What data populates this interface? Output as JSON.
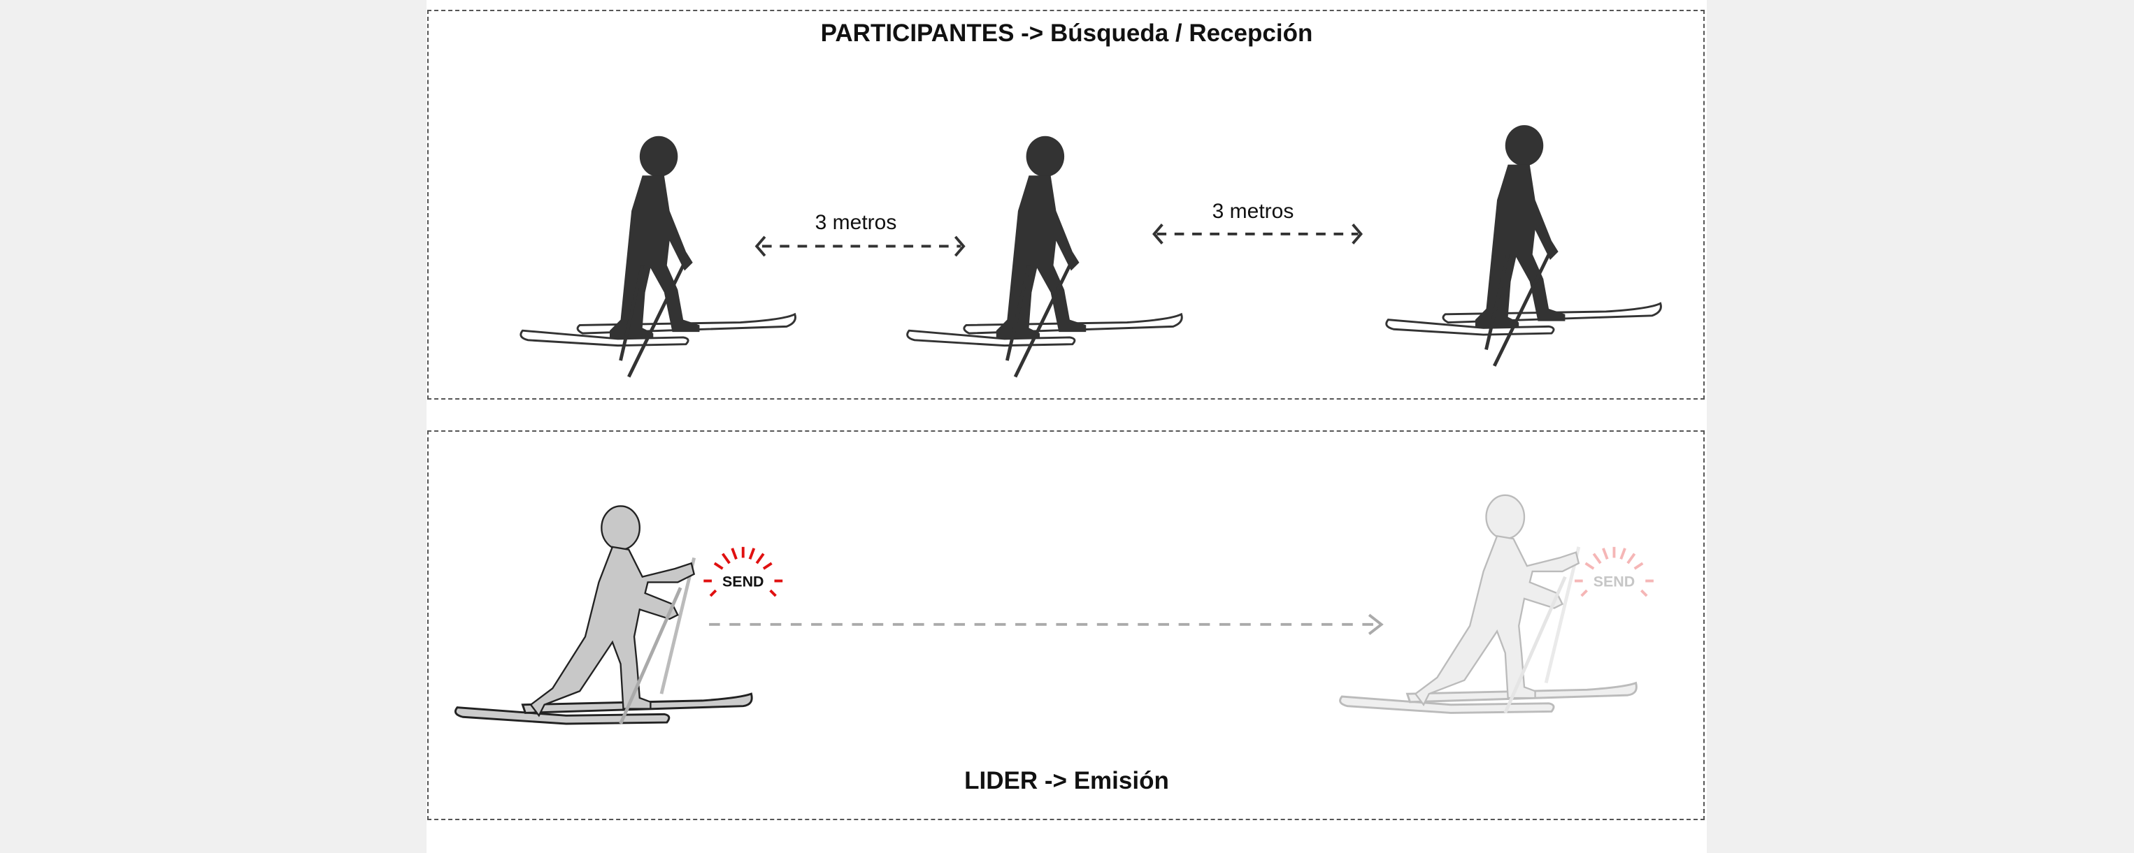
{
  "participants_section": {
    "title": "PARTICIPANTES -> Búsqueda / Recepción",
    "distance_labels": [
      "3 metros",
      "3 metros"
    ]
  },
  "leader_section": {
    "title": "LIDER -> Emisión",
    "signal_label": "SEND",
    "signal_label_faded": "SEND"
  },
  "colors": {
    "silhouette": "#333333",
    "leader": "#c8c8c8",
    "signal": "#e01010",
    "border": "#555555"
  }
}
